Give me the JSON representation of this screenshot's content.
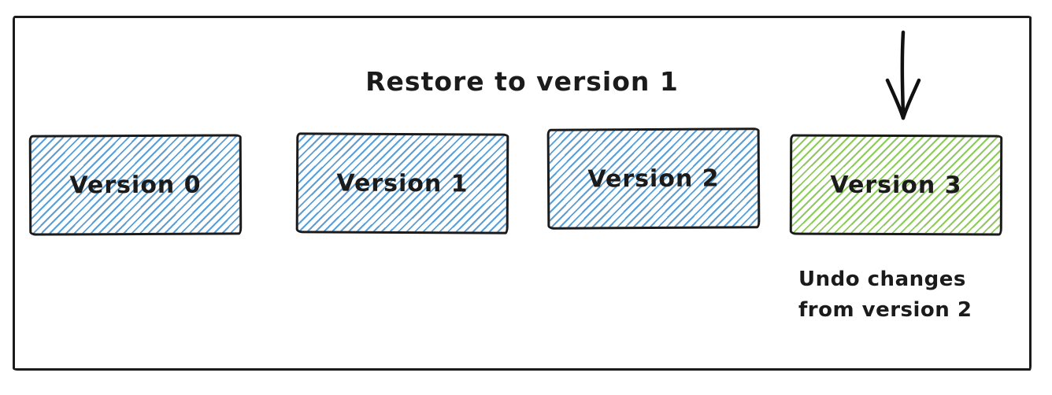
{
  "diagram": {
    "title": "Restore to version 1",
    "boxes": [
      {
        "label": "Version 0",
        "fill": "blue"
      },
      {
        "label": "Version 1",
        "fill": "blue"
      },
      {
        "label": "Version 2",
        "fill": "blue"
      },
      {
        "label": "Version 3",
        "fill": "green"
      }
    ],
    "annotation": {
      "line1": "Undo changes",
      "line2": "from version 2"
    },
    "arrow": "down-arrow pointing at Version 3",
    "colors": {
      "ink": "#1b1b1b",
      "blue_hatch": "#5b9fd6",
      "green_hatch": "#8fcb5c",
      "background": "#ffffff"
    }
  }
}
